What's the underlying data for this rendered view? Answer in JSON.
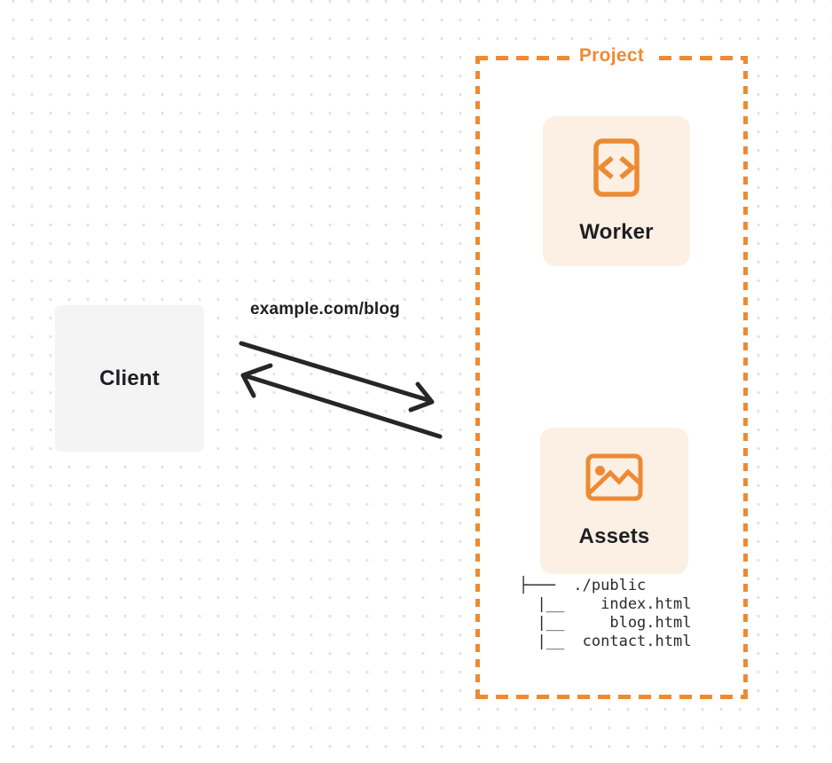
{
  "canvas": {
    "background_color": "#FFFFFF",
    "dot_grid_color": "#E2E2E5"
  },
  "client": {
    "label": "Client",
    "background_color": "#F4F4F5"
  },
  "request": {
    "url_label": "example.com/blog"
  },
  "arrows": {
    "color": "#262626",
    "request_direction": "client-to-project",
    "response_direction": "project-to-client"
  },
  "project": {
    "label": "Project",
    "accent_color": "#ED8A33",
    "card_background_color": "#FBF0E3",
    "worker": {
      "label": "Worker",
      "icon": "code-document-icon"
    },
    "assets": {
      "label": "Assets",
      "icon": "image-icon",
      "file_tree": [
        "├───  ./public",
        "  |__    index.html",
        "  |__     blog.html",
        "  |__  contact.html"
      ]
    }
  }
}
